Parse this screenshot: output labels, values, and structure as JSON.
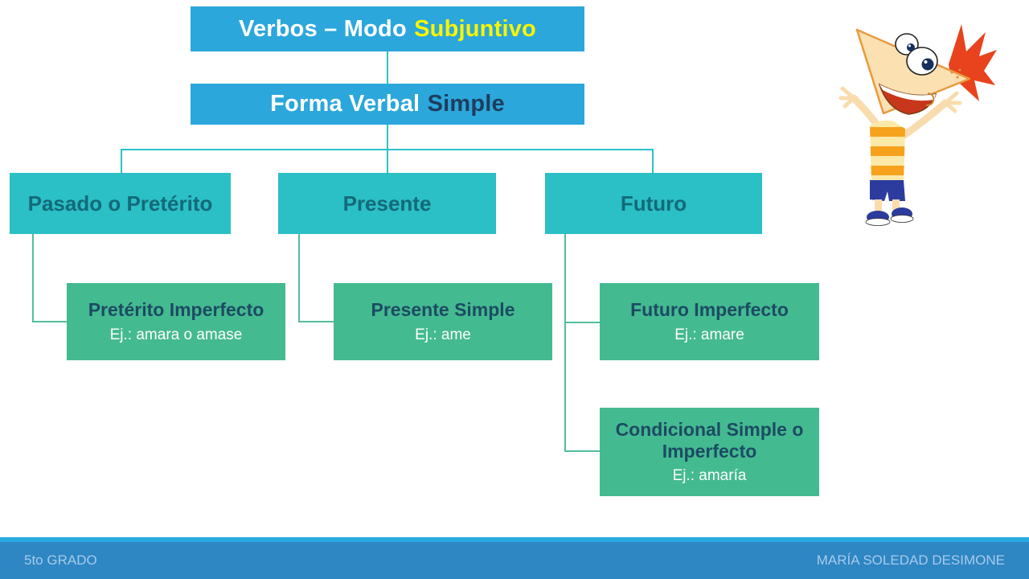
{
  "slide_title": {
    "main": "Verbos – Modo",
    "accent": "Subjuntivo"
  },
  "form_box": {
    "main": "Forma Verbal",
    "accent": "Simple"
  },
  "branches": [
    {
      "label": "Pasado o Pretérito",
      "children": [
        {
          "title": "Pretérito Imperfecto",
          "example": "Ej.: amara o amase"
        }
      ]
    },
    {
      "label": "Presente",
      "children": [
        {
          "title": "Presente Simple",
          "example": "Ej.: ame"
        }
      ]
    },
    {
      "label": "Futuro",
      "children": [
        {
          "title": "Futuro Imperfecto",
          "example": "Ej.: amare"
        },
        {
          "title": "Condicional Simple o Imperfecto",
          "example": "Ej.: amaría"
        }
      ]
    }
  ],
  "footer": {
    "left": "5to GRADO",
    "right": "MARÍA SOLEDAD DESIMONE"
  },
  "images": {
    "character": "phineas-cartoon-boy"
  },
  "colors": {
    "header_blue": "#2BA7DB",
    "accent_yellow": "#F9F500",
    "navy_text": "#1E3C5F",
    "teal_box": "#2BBFC6",
    "teal_text": "#136A78",
    "teal_line": "#2FC1C9",
    "green_box": "#44BA90",
    "green_line": "#52BE9B",
    "green_title": "#1C4B63",
    "footer_strip": "#29AADF",
    "footer_bar": "#2E86C3",
    "footer_text": "#A6CBEA"
  }
}
